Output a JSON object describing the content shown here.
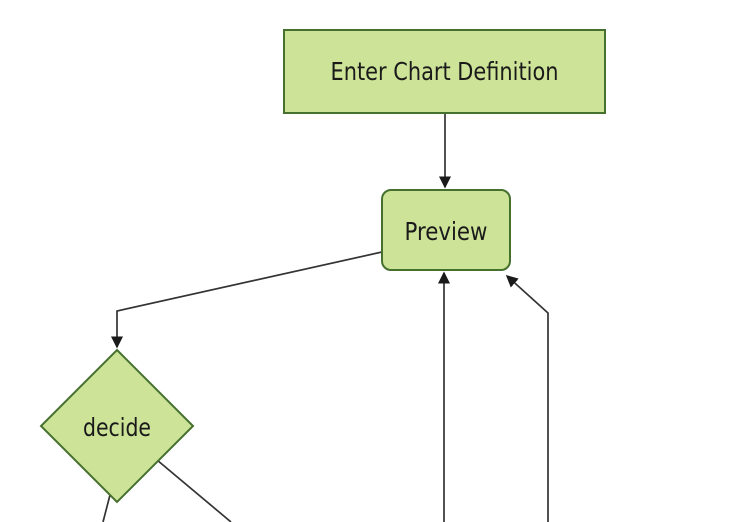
{
  "diagram": {
    "type": "flowchart",
    "background": "#ffffff",
    "colors": {
      "node_fill": "#cde498",
      "node_border": "#46702e",
      "edge_line": "#333333",
      "arrowhead": "#1a1a1a",
      "label_text": "#1a1a1a"
    },
    "nodes": [
      {
        "id": "enter-chart-definition",
        "label": "Enter Chart Definition",
        "shape": "rectangle"
      },
      {
        "id": "preview",
        "label": "Preview",
        "shape": "rounded-rectangle"
      },
      {
        "id": "decide",
        "label": "decide",
        "shape": "diamond"
      }
    ],
    "edges": [
      {
        "name": "enter-to-preview",
        "from": "enter-chart-definition",
        "to": "preview",
        "arrowhead": true
      },
      {
        "name": "preview-to-decide",
        "from": "preview",
        "to": "decide",
        "arrowhead": true
      },
      {
        "name": "offscreen-bottom-to-preview",
        "from": "offscreen-bottom",
        "to": "preview",
        "arrowhead": true
      },
      {
        "name": "offscreen-bottom-right-to-preview",
        "from": "offscreen-bottom-right",
        "to": "preview",
        "arrowhead": true
      },
      {
        "name": "decide-to-offscreen-bottom-left",
        "from": "decide",
        "to": "offscreen-bottom-left",
        "arrowhead": false
      },
      {
        "name": "decide-to-offscreen-bottom-right",
        "from": "decide",
        "to": "offscreen-bottom-right",
        "arrowhead": false
      }
    ]
  }
}
